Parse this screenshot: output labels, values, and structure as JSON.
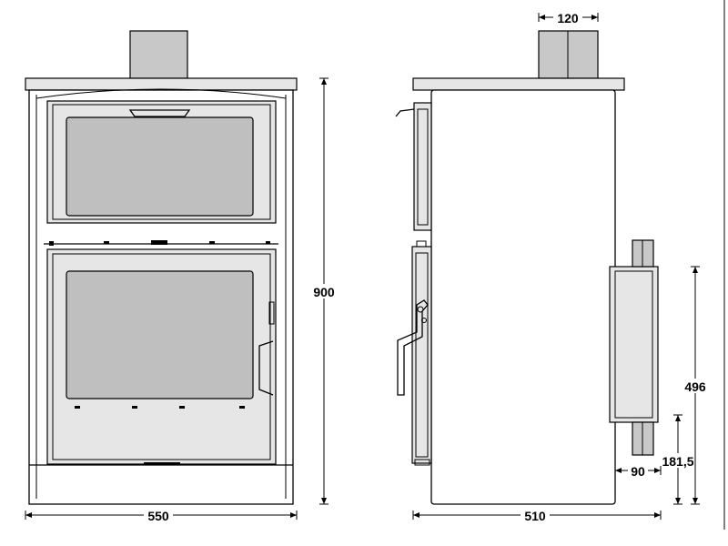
{
  "dimensions": {
    "front_width": "550",
    "height": "900",
    "side_depth": "510",
    "flue_width": "120",
    "rear_outlet_height": "496",
    "rear_outlet_low_height": "181,5",
    "rear_offset": "90"
  }
}
